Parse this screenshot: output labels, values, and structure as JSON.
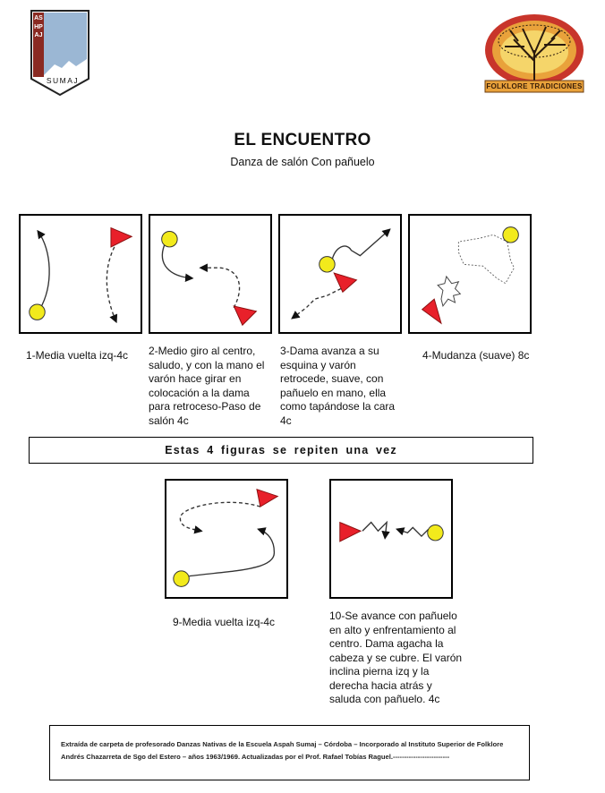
{
  "logo_left": {
    "vertical_text": "ASHPAJ",
    "bottom_text": "SUMAJ"
  },
  "logo_right": {
    "label": "FOLKLORE TRADICIONES"
  },
  "title": "EL ENCUENTRO",
  "subtitle": "Danza de salón Con pañuelo",
  "figures": [
    {
      "caption": "1-Media vuelta izq-4c"
    },
    {
      "caption": "2-Medio giro al centro, saludo, y con la mano el varón hace girar en colocación a la dama para retroceso-Paso de salón 4c"
    },
    {
      "caption": "3-Dama avanza a su esquina y varón retrocede, suave, con pañuelo en mano, ella como tapándose la cara 4c"
    },
    {
      "caption": "4-Mudanza (suave) 8c"
    }
  ],
  "banner": "Estas 4 figuras se repiten una vez",
  "figures_bottom": [
    {
      "caption": "9-Media vuelta izq-4c"
    },
    {
      "caption": "10-Se avance con pañuelo en alto y enfrentamiento al centro. Dama agacha la cabeza y se cubre. El varón inclina pierna izq y la derecha hacia atrás y saluda con pañuelo. 4c"
    }
  ],
  "footer": "Extraída de carpeta de profesorado Danzas Nativas de la Escuela Aspah Sumaj – Córdoba – Incorporado al Instituto Superior de Folklore Andrés Chazarreta de Sgo del Estero – años 1963/1969. Actualizadas por el Prof. Rafael Tobías Raguel.-------------------------",
  "colors": {
    "dama": "#e8202a",
    "varon": "#f2ea1c",
    "shield_sky": "#9bb7d4",
    "tree_red": "#c8352b"
  }
}
